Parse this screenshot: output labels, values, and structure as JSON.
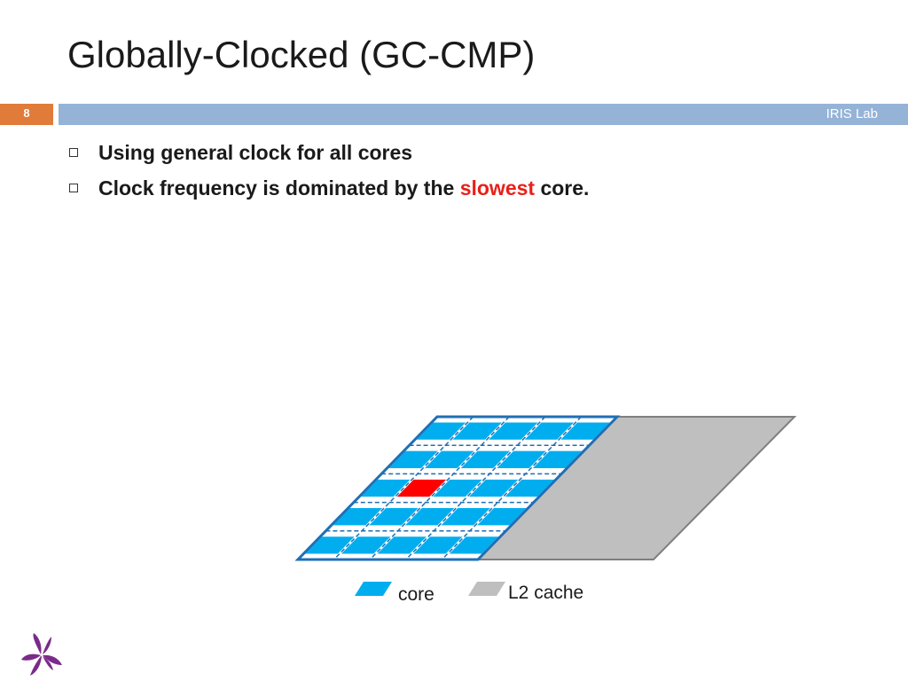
{
  "slide": {
    "title": "Globally-Clocked (GC-CMP)",
    "page_number": "8",
    "lab_name": "IRIS Lab"
  },
  "bullets": [
    {
      "parts": [
        "Using general clock for all cores"
      ]
    },
    {
      "parts": [
        "Clock frequency is dominated by the ",
        "slowest",
        " core."
      ]
    }
  ],
  "diagram": {
    "grid_rows": 5,
    "grid_cols": 5,
    "slowest_core": {
      "row": 2,
      "col": 1
    },
    "legend": [
      {
        "label": "core",
        "color": "#00aeef"
      },
      {
        "label": "L2 cache",
        "color": "#bfbfbf"
      }
    ],
    "colors": {
      "core": "#00aeef",
      "slowest_core": "#ff0000",
      "l2_cache": "#bfbfbf",
      "outline": "#1f6fb5"
    }
  },
  "logo": {
    "icon": "iris-flower-icon",
    "color": "#7b2a8a"
  }
}
